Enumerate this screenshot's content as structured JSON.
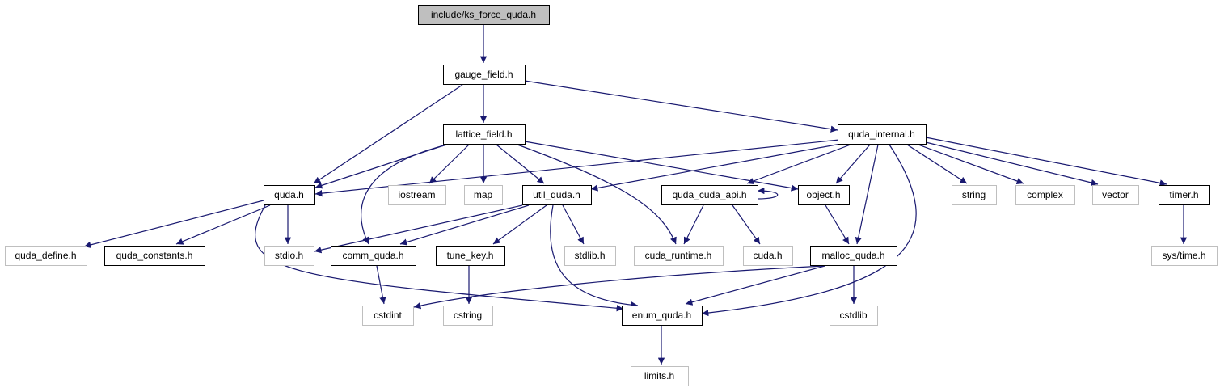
{
  "graph": {
    "colors": {
      "edge": "#191970",
      "local_border": "#000000",
      "system_border": "#bfbfbf",
      "root_fill": "#bfbfbf",
      "node_fill": "#ffffff",
      "text": "#000000"
    },
    "nodes": {
      "ks_force_quda": {
        "label": "include/ks_force_quda.h",
        "kind": "root"
      },
      "gauge_field": {
        "label": "gauge_field.h",
        "kind": "local"
      },
      "lattice_field": {
        "label": "lattice_field.h",
        "kind": "local"
      },
      "quda_internal": {
        "label": "quda_internal.h",
        "kind": "local"
      },
      "quda": {
        "label": "quda.h",
        "kind": "local"
      },
      "iostream": {
        "label": "iostream",
        "kind": "system"
      },
      "map": {
        "label": "map",
        "kind": "system"
      },
      "util_quda": {
        "label": "util_quda.h",
        "kind": "local"
      },
      "quda_cuda_api": {
        "label": "quda_cuda_api.h",
        "kind": "local"
      },
      "object": {
        "label": "object.h",
        "kind": "local"
      },
      "string": {
        "label": "string",
        "kind": "system"
      },
      "complex": {
        "label": "complex",
        "kind": "system"
      },
      "vector": {
        "label": "vector",
        "kind": "system"
      },
      "timer": {
        "label": "timer.h",
        "kind": "local"
      },
      "quda_define": {
        "label": "quda_define.h",
        "kind": "system"
      },
      "quda_constants": {
        "label": "quda_constants.h",
        "kind": "local"
      },
      "stdio": {
        "label": "stdio.h",
        "kind": "system"
      },
      "comm_quda": {
        "label": "comm_quda.h",
        "kind": "local"
      },
      "tune_key": {
        "label": "tune_key.h",
        "kind": "local"
      },
      "stdlib": {
        "label": "stdlib.h",
        "kind": "system"
      },
      "cuda_runtime": {
        "label": "cuda_runtime.h",
        "kind": "system"
      },
      "cuda": {
        "label": "cuda.h",
        "kind": "system"
      },
      "malloc_quda": {
        "label": "malloc_quda.h",
        "kind": "local"
      },
      "sys_time": {
        "label": "sys/time.h",
        "kind": "system"
      },
      "cstdint": {
        "label": "cstdint",
        "kind": "system"
      },
      "cstring": {
        "label": "cstring",
        "kind": "system"
      },
      "enum_quda": {
        "label": "enum_quda.h",
        "kind": "local"
      },
      "cstdlib": {
        "label": "cstdlib",
        "kind": "system"
      },
      "limits": {
        "label": "limits.h",
        "kind": "system"
      }
    },
    "edges": [
      [
        "ks_force_quda",
        "gauge_field"
      ],
      [
        "gauge_field",
        "lattice_field"
      ],
      [
        "gauge_field",
        "quda"
      ],
      [
        "gauge_field",
        "quda_internal"
      ],
      [
        "lattice_field",
        "quda"
      ],
      [
        "lattice_field",
        "iostream"
      ],
      [
        "lattice_field",
        "map"
      ],
      [
        "lattice_field",
        "util_quda"
      ],
      [
        "lattice_field",
        "comm_quda"
      ],
      [
        "lattice_field",
        "cuda_runtime"
      ],
      [
        "lattice_field",
        "object"
      ],
      [
        "quda_internal",
        "quda"
      ],
      [
        "quda_internal",
        "util_quda"
      ],
      [
        "quda_internal",
        "quda_cuda_api"
      ],
      [
        "quda_internal",
        "object"
      ],
      [
        "quda_internal",
        "malloc_quda"
      ],
      [
        "quda_internal",
        "enum_quda"
      ],
      [
        "quda_internal",
        "string"
      ],
      [
        "quda_internal",
        "complex"
      ],
      [
        "quda_internal",
        "vector"
      ],
      [
        "quda_internal",
        "timer"
      ],
      [
        "quda",
        "quda_define"
      ],
      [
        "quda",
        "quda_constants"
      ],
      [
        "quda",
        "stdio"
      ],
      [
        "quda",
        "enum_quda"
      ],
      [
        "util_quda",
        "stdio"
      ],
      [
        "util_quda",
        "comm_quda"
      ],
      [
        "util_quda",
        "tune_key"
      ],
      [
        "util_quda",
        "stdlib"
      ],
      [
        "util_quda",
        "enum_quda"
      ],
      [
        "quda_cuda_api",
        "quda_cuda_api"
      ],
      [
        "quda_cuda_api",
        "cuda_runtime"
      ],
      [
        "quda_cuda_api",
        "cuda"
      ],
      [
        "object",
        "malloc_quda"
      ],
      [
        "timer",
        "sys_time"
      ],
      [
        "comm_quda",
        "cstdint"
      ],
      [
        "tune_key",
        "cstring"
      ],
      [
        "malloc_quda",
        "cstdint"
      ],
      [
        "malloc_quda",
        "enum_quda"
      ],
      [
        "malloc_quda",
        "cstdlib"
      ],
      [
        "enum_quda",
        "limits"
      ]
    ]
  }
}
